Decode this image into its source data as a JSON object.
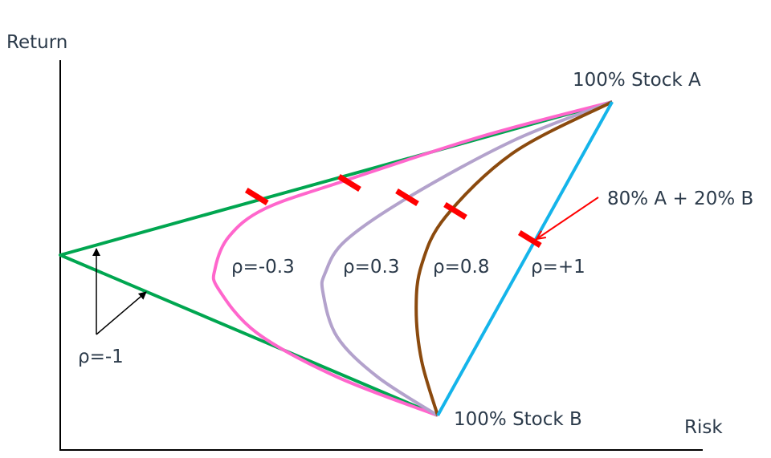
{
  "chart_data": {
    "type": "line",
    "title": "",
    "xlabel": "Risk",
    "ylabel": "Return",
    "xlim": [
      0,
      100
    ],
    "ylim": [
      0,
      100
    ],
    "grid": false,
    "point_labels": {
      "stock_a": {
        "text": "100% Stock A",
        "x": 85.9,
        "y": 86.6
      },
      "stock_b": {
        "text": "100% Stock B",
        "x": 58.75,
        "y": 8.4
      }
    },
    "series": [
      {
        "name": "ρ=-1",
        "label": "ρ=-1",
        "color": "#00a650",
        "points": [
          [
            85.9,
            86.6
          ],
          [
            0,
            48.4
          ],
          [
            58.75,
            8.4
          ]
        ]
      },
      {
        "name": "ρ=-0.3",
        "label": "ρ=-0.3",
        "color": "#ff66cc",
        "points": [
          [
            58.75,
            8.4
          ],
          [
            43.1,
            18
          ],
          [
            30.6,
            29
          ],
          [
            24.6,
            40
          ],
          [
            24.1,
            45
          ],
          [
            26.25,
            53
          ],
          [
            31.9,
            60
          ],
          [
            44.4,
            67
          ],
          [
            65.6,
            78
          ],
          [
            85.9,
            86.6
          ]
        ]
      },
      {
        "name": "ρ=0.3",
        "label": "ρ=0.3",
        "color": "#b3a2cc",
        "points": [
          [
            58.75,
            8.4
          ],
          [
            49.4,
            18
          ],
          [
            43.1,
            28
          ],
          [
            40.9,
            39
          ],
          [
            41.25,
            44
          ],
          [
            44.4,
            52
          ],
          [
            54.4,
            63
          ],
          [
            70.6,
            77
          ],
          [
            85.9,
            86.6
          ]
        ]
      },
      {
        "name": "ρ=0.8",
        "label": "ρ=0.8",
        "color": "#8b4a0e",
        "points": [
          [
            58.75,
            8.4
          ],
          [
            56.25,
            22
          ],
          [
            55.4,
            35
          ],
          [
            56.25,
            46
          ],
          [
            60,
            58
          ],
          [
            70.6,
            74
          ],
          [
            85.9,
            86.6
          ]
        ]
      },
      {
        "name": "ρ=+1",
        "label": "ρ=+1",
        "color": "#14b4ea",
        "points": [
          [
            58.75,
            8.4
          ],
          [
            85.9,
            86.6
          ]
        ]
      }
    ],
    "markers_80A_20B": {
      "color": "#ff0000",
      "points": [
        [
          30.6,
          63
        ],
        [
          45,
          66.4
        ],
        [
          54,
          62.8
        ],
        [
          61.5,
          59.4
        ],
        [
          73.1,
          52.4
        ]
      ]
    },
    "annotation": {
      "text": "80% A + 20% B",
      "color": "#ff0000",
      "points_to": [
        73.1,
        52.4
      ]
    }
  }
}
